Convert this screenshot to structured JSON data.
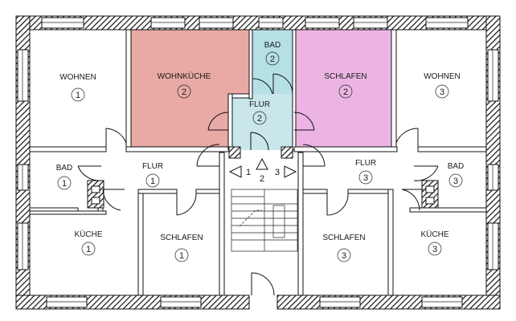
{
  "colors": {
    "wohnkueche_fill": "#e9a9a4",
    "schlafen_upper_fill": "#ecb4e3",
    "bad2_fill": "#b5e0e6",
    "flur2_fill": "#c9e6ea",
    "wall": "#1a1a1a"
  },
  "rooms": {
    "wohnen_1": {
      "name": "WOHNEN",
      "unit": "1"
    },
    "wohnkueche_2": {
      "name": "WOHNKÜCHE",
      "unit": "2"
    },
    "bad_2": {
      "name": "BAD",
      "unit": "2"
    },
    "schlafen_2": {
      "name": "SCHLAFEN",
      "unit": "2"
    },
    "wohnen_3": {
      "name": "WOHNEN",
      "unit": "3"
    },
    "flur_2": {
      "name": "FLUR",
      "unit": "2"
    },
    "bad_1": {
      "name": "BAD",
      "unit": "1"
    },
    "flur_1": {
      "name": "FLUR",
      "unit": "1"
    },
    "flur_3": {
      "name": "FLUR",
      "unit": "3"
    },
    "bad_3": {
      "name": "BAD",
      "unit": "3"
    },
    "kuche_1": {
      "name": "KÜCHE",
      "unit": "1"
    },
    "schlafen_1": {
      "name": "SCHLAFEN",
      "unit": "1"
    },
    "schlafen_3": {
      "name": "SCHLAFEN",
      "unit": "3"
    },
    "kuche_3": {
      "name": "KÜCHE",
      "unit": "3"
    }
  },
  "landing": {
    "left": "1",
    "center": "2",
    "right": "3"
  }
}
